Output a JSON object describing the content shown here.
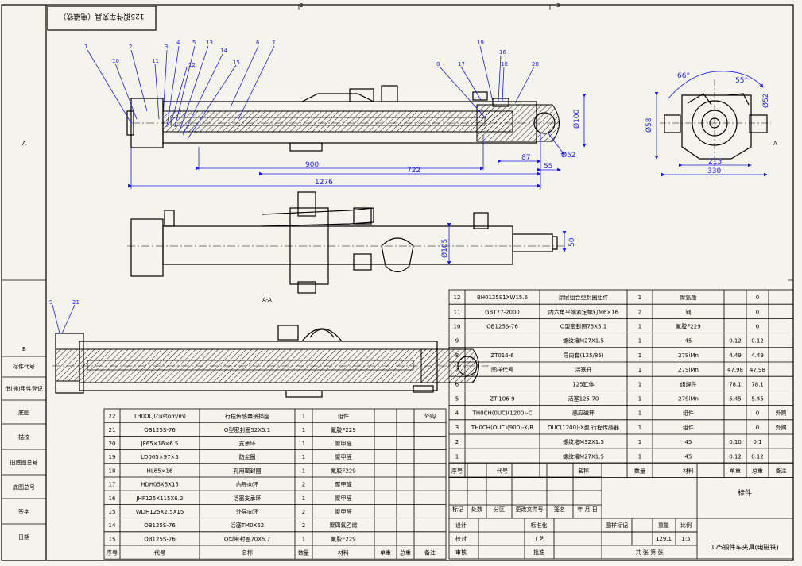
{
  "sheet": {
    "stamp_title": "125锻件车夹具（电磁铁）",
    "section_label": "A-A",
    "frame_numbers_top": [
      "2",
      "3"
    ],
    "frame_letters_left": [
      "A",
      "B"
    ]
  },
  "front_view": {
    "balloons": [
      "1",
      "10",
      "2",
      "11",
      "3",
      "12",
      "4",
      "5",
      "13",
      "14",
      "15",
      "6",
      "7",
      "17",
      "16",
      "18",
      "19",
      "20",
      "8"
    ],
    "dims": {
      "d100": "Ø100",
      "d52": "Ø52",
      "l87": "87",
      "l55": "55",
      "l900": "900",
      "l722": "722",
      "l1276": "1276"
    }
  },
  "top_view": {
    "dims": {
      "d105": "Ø105",
      "l50": "50"
    }
  },
  "end_view": {
    "dims": {
      "a66": "66°",
      "a55": "55°",
      "d58": "Ø58",
      "l215": "215",
      "l330": "330",
      "d52": "Ø52"
    }
  },
  "section_view": {
    "balloons": [
      "9",
      "21"
    ]
  },
  "side_block": [
    "标件代号",
    "借(通)用件登记",
    "底图",
    "描校",
    "旧底图总号",
    "底图总号",
    "签字",
    "日期"
  ],
  "bom_upper": [
    {
      "no": "12",
      "code": "BH0125S1XW15.6",
      "name": "涂层组合型封圈组件",
      "qty": "1",
      "mat": "聚氨酯",
      "w1": "",
      "w2": "0",
      "note": ""
    },
    {
      "no": "11",
      "code": "GBT77-2000",
      "name": "内六角平端紧定螺钉M6×16",
      "qty": "2",
      "mat": "钢",
      "w1": "",
      "w2": "0",
      "note": ""
    },
    {
      "no": "10",
      "code": "OB125S-76",
      "name": "O型密封圈75X5.1",
      "qty": "1",
      "mat": "氟胶F229",
      "w1": "",
      "w2": "0",
      "note": ""
    },
    {
      "no": "9",
      "code": "",
      "name": "螺纹堵M27X1.5",
      "qty": "1",
      "mat": "45",
      "w1": "0.12",
      "w2": "0.12",
      "note": ""
    },
    {
      "no": "8",
      "code": "ZT016-6",
      "name": "导向套(125/85)",
      "qty": "1",
      "mat": "27SiMn",
      "w1": "4.49",
      "w2": "4.49",
      "note": ""
    },
    {
      "no": "7",
      "code": "图样代号",
      "name": "活塞杆",
      "qty": "1",
      "mat": "27SiMn",
      "w1": "47.98",
      "w2": "47.98",
      "note": ""
    },
    {
      "no": "6",
      "code": "",
      "name": "125缸体",
      "qty": "1",
      "mat": "组焊件",
      "w1": "78.1",
      "w2": "78.1",
      "note": ""
    },
    {
      "no": "5",
      "code": "ZT-106-9",
      "name": "活塞125-70",
      "qty": "1",
      "mat": "27SiMn",
      "w1": "5.45",
      "w2": "5.45",
      "note": ""
    },
    {
      "no": "4",
      "code": "TH0CH(0UC)(1200)-C",
      "name": "感应磁环",
      "qty": "1",
      "mat": "组件",
      "w1": "",
      "w2": "0",
      "note": "外购"
    },
    {
      "no": "3",
      "code": "TH0CH(OUC)(900)-X/R",
      "name": "OUC(1200)-X型 行程传感器",
      "qty": "1",
      "mat": "组件",
      "w1": "",
      "w2": "0",
      "note": "外购"
    },
    {
      "no": "2",
      "code": "",
      "name": "螺纹堵M32X1.5",
      "qty": "1",
      "mat": "45",
      "w1": "0.10",
      "w2": "0.1",
      "note": ""
    },
    {
      "no": "1",
      "code": "",
      "name": "螺纹堵M27X1.5",
      "qty": "1",
      "mat": "45",
      "w1": "0.12",
      "w2": "0.12",
      "note": ""
    }
  ],
  "bom_upper_header": {
    "no": "序号",
    "code": "代号",
    "name": "名称",
    "qty": "数量",
    "mat": "材料",
    "w1": "单重",
    "w2": "总重",
    "note": "备注"
  },
  "bom_lower": [
    {
      "no": "22",
      "code": "TH0OLJ(custom/m)",
      "name": "行程传感器接插座",
      "qty": "1",
      "mat": "组件",
      "w1": "",
      "w2": "",
      "note": "外购"
    },
    {
      "no": "21",
      "code": "OB125S-76",
      "name": "O型密封圈52X5.1",
      "qty": "1",
      "mat": "氟胶F229",
      "w1": "",
      "w2": "",
      "note": ""
    },
    {
      "no": "20",
      "code": "JF65×16×6.5",
      "name": "支承环",
      "qty": "1",
      "mat": "聚甲醛",
      "w1": "",
      "w2": "",
      "note": ""
    },
    {
      "no": "19",
      "code": "LD065×97×5",
      "name": "防尘圈",
      "qty": "1",
      "mat": "聚甲醛",
      "w1": "",
      "w2": "",
      "note": ""
    },
    {
      "no": "18",
      "code": "HL65×16",
      "name": "孔用密封圈",
      "qty": "1",
      "mat": "氟胶F229",
      "w1": "",
      "w2": "",
      "note": ""
    },
    {
      "no": "17",
      "code": "HDH05X5X15",
      "name": "内导向环",
      "qty": "2",
      "mat": "聚甲醛",
      "w1": "",
      "w2": "",
      "note": ""
    },
    {
      "no": "16",
      "code": "JHF125X115X6.2",
      "name": "活塞支承环",
      "qty": "1",
      "mat": "聚甲醛",
      "w1": "",
      "w2": "",
      "note": ""
    },
    {
      "no": "15",
      "code": "WDH125X2.5X15",
      "name": "外导向环",
      "qty": "2",
      "mat": "聚甲醛",
      "w1": "",
      "w2": "",
      "note": ""
    },
    {
      "no": "14",
      "code": "OB125S-76",
      "name": "活塞TM0X62",
      "qty": "2",
      "mat": "聚四氟乙烯",
      "w1": "",
      "w2": "",
      "note": ""
    },
    {
      "no": "15",
      "code": "OB125S-76",
      "name": "O型密封圈70X5.7",
      "qty": "1",
      "mat": "氟胶F229",
      "w1": "",
      "w2": "",
      "note": ""
    }
  ],
  "bom_lower_header": {
    "no": "序号",
    "code": "代号",
    "name": "名称",
    "qty": "数量",
    "mat": "材料",
    "w1": "单重",
    "w2": "总重",
    "note": "备注"
  },
  "title_block": {
    "rev_headers": [
      "标记",
      "处数",
      "分区",
      "更改文件号",
      "签名",
      "年 月 日"
    ],
    "roles": [
      "设计",
      "校对",
      "审核"
    ],
    "roles2": [
      "标准化",
      "工艺",
      "批准"
    ],
    "stage_label": "图样标记",
    "weight_label": "重量",
    "ratio_label": "比例",
    "weight_value": "129.1",
    "ratio_value": "1:5",
    "sheets_label": "共  张  第  张",
    "part_name": "标件",
    "drawing_title": "125锻件车夹具(电磁铁)"
  }
}
